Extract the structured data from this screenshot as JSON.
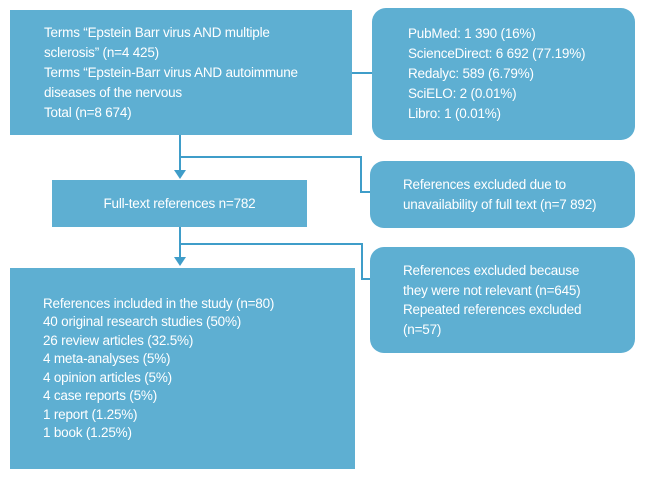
{
  "colors": {
    "box_fill": "#5eafd2",
    "line_color": "#3f9dc9",
    "text_color": "#ffffff",
    "background": "#ffffff"
  },
  "flowchart": {
    "search_terms_box": {
      "lines": [
        "Terms “Epstein Barr virus AND multiple",
        "sclerosis” (n=4 425)",
        "Terms “Epstein-Barr virus AND autoimmune",
        "diseases of the nervous",
        "Total (n=8 674)"
      ]
    },
    "databases_box": {
      "lines": [
        "PubMed: 1 390 (16%)",
        "ScienceDirect: 6 692 (77.19%)",
        "Redalyc: 589 (6.79%)",
        "SciELO: 2 (0.01%)",
        "Libro: 1 (0.01%)"
      ]
    },
    "fulltext_box": {
      "label": "Full-text references n=782"
    },
    "excluded_fulltext_box": {
      "lines": [
        "References excluded due to",
        "unavailability of full text (n=7 892)"
      ]
    },
    "excluded_relevance_box": {
      "lines": [
        "References excluded because",
        "they were not relevant (n=645)",
        "Repeated references excluded",
        "(n=57)"
      ]
    },
    "included_box": {
      "lines": [
        "References included in the study (n=80)",
        "40 original research studies (50%)",
        "26 review articles (32.5%)",
        "4 meta-analyses (5%)",
        "4 opinion articles (5%)",
        "4 case reports (5%)",
        "1 report (1.25%)",
        "1 book (1.25%)"
      ]
    }
  }
}
